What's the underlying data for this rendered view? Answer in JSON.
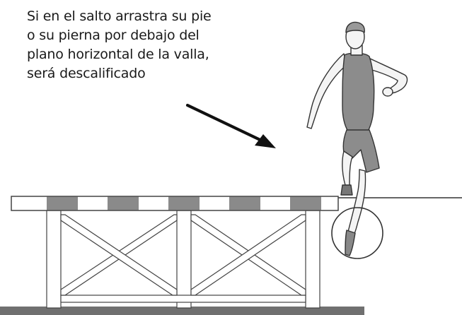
{
  "caption": {
    "lines": [
      "Si en el salto arrastra su pie",
      "o su pierna por debajo del",
      "plano horizontal de la valla,",
      "será descalificado"
    ]
  },
  "colors": {
    "outline": "#333333",
    "barrier_dark": "#8a8a8a",
    "barrier_light": "#ffffff",
    "ground": "#707070",
    "singlet": "#8c8c8c",
    "skin": "#f4f4f4"
  }
}
